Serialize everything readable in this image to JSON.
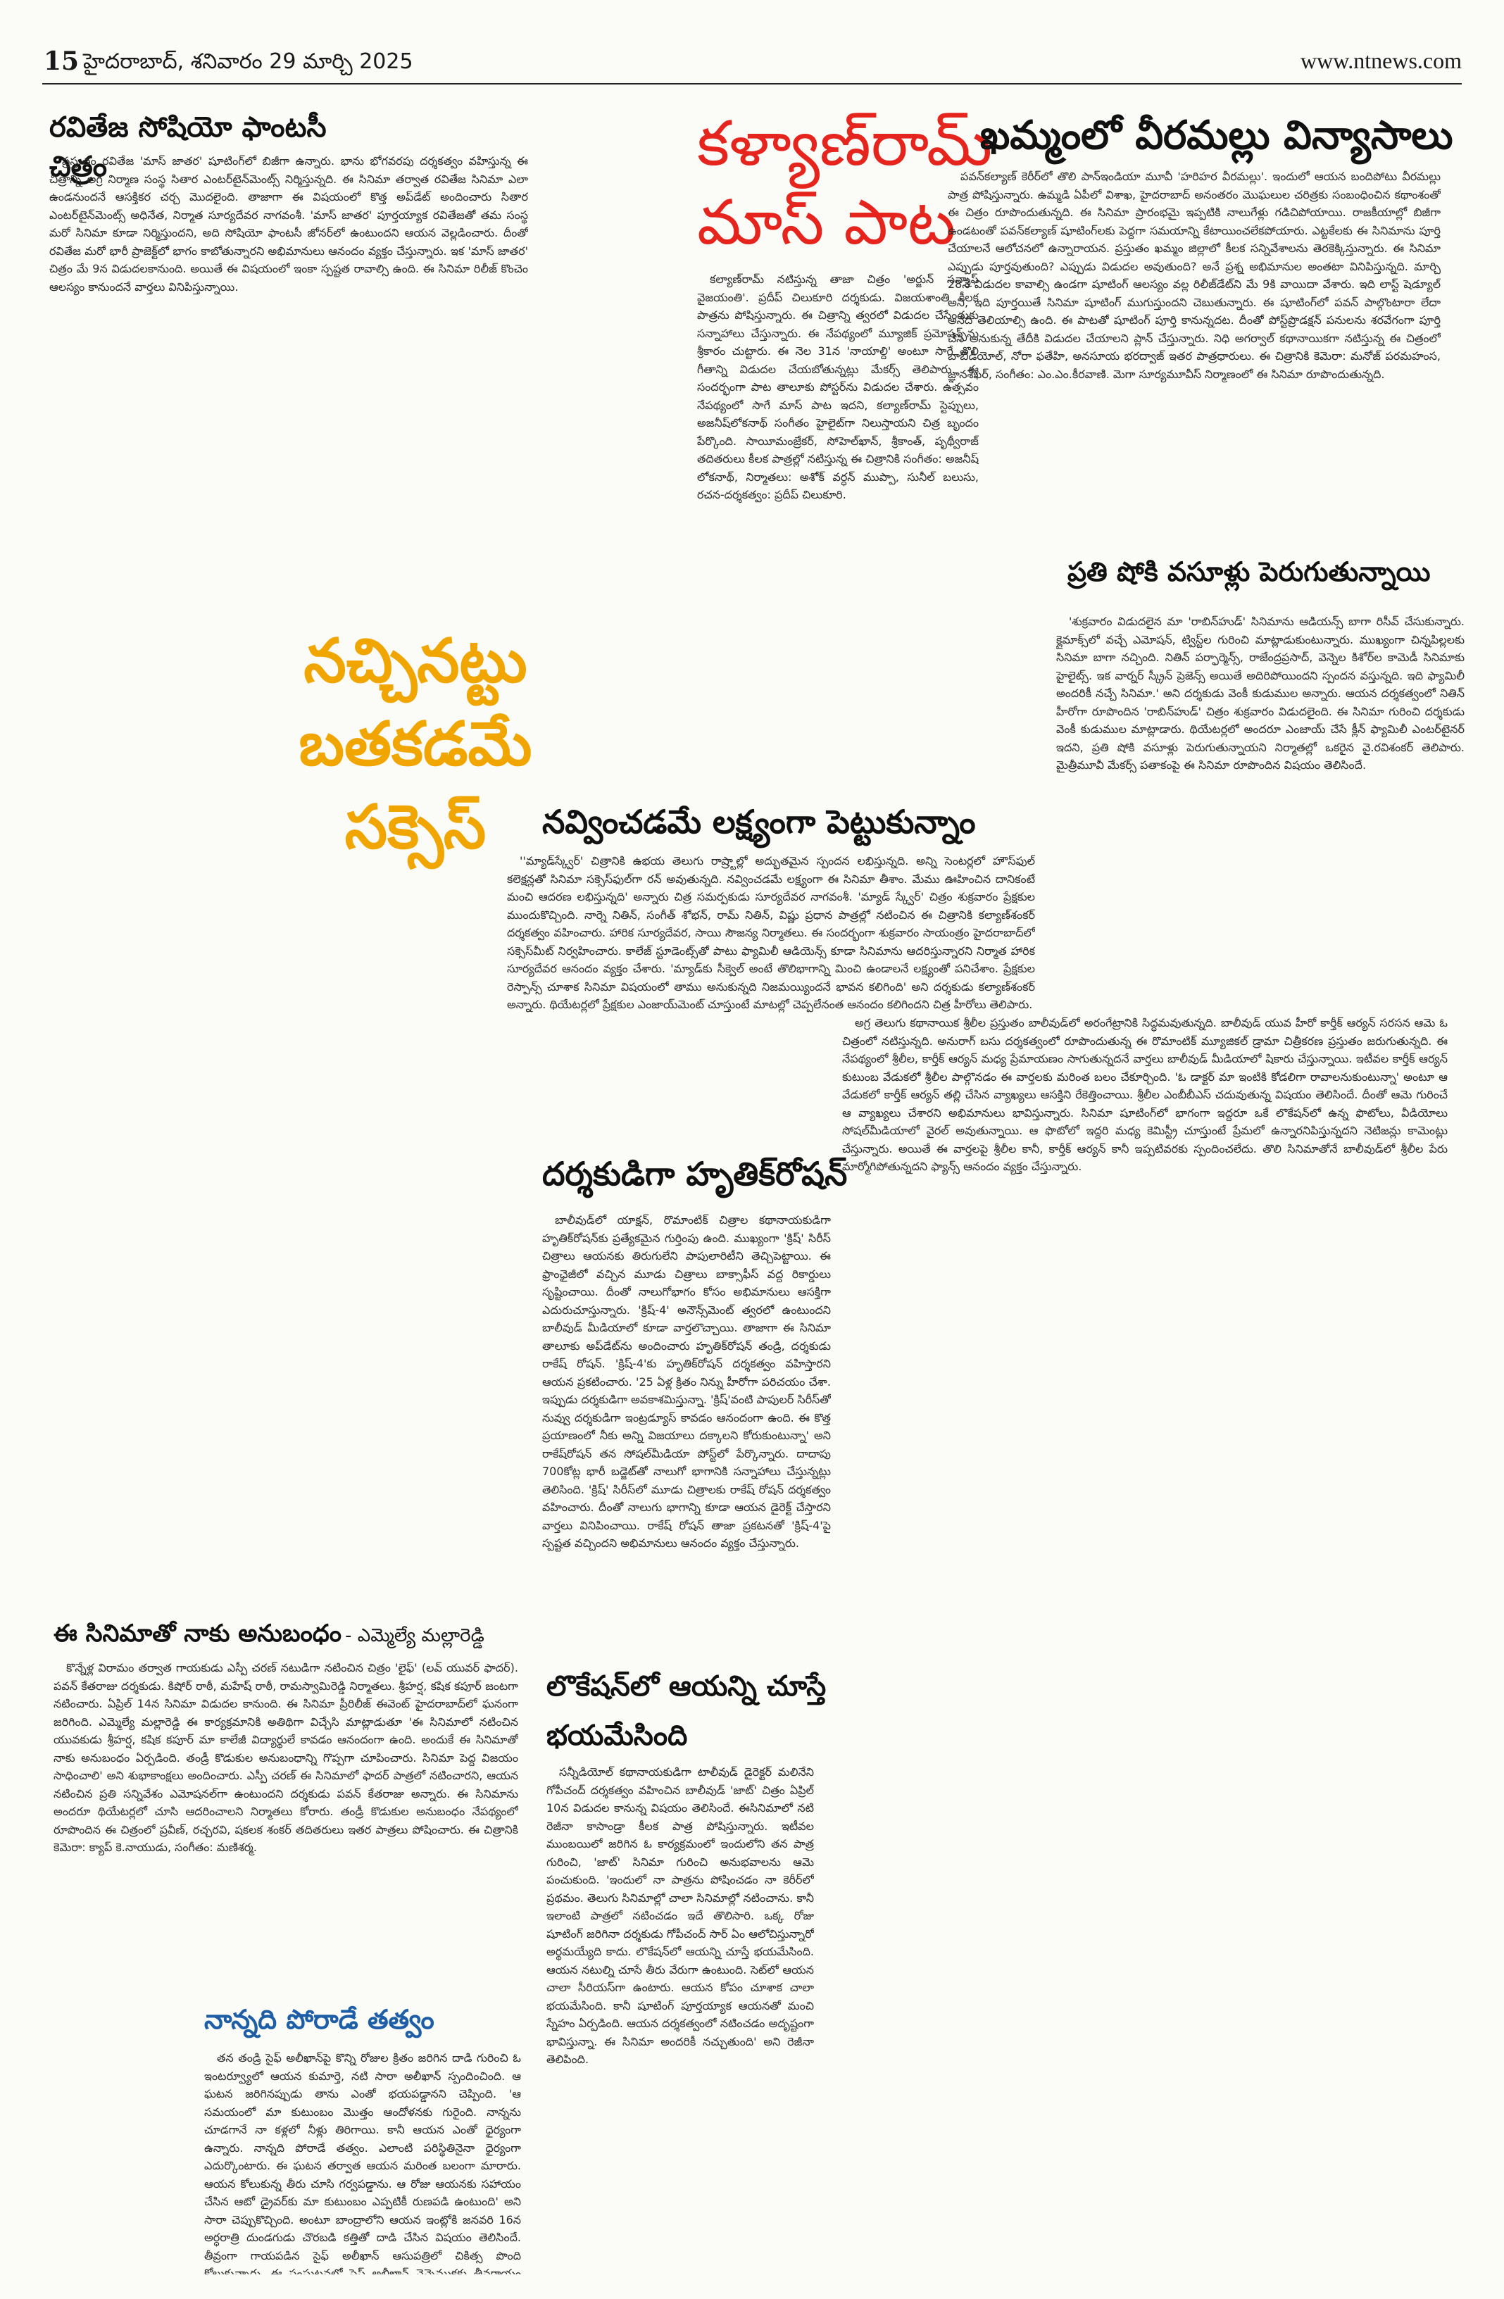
{
  "header": {
    "page_number": "15",
    "dateline": "హైదరాబాద్, శనివారం 29 మార్చి 2025",
    "website": "www.ntnews.com"
  },
  "colors": {
    "red_headline": "#e5251d",
    "orange_headline": "#f0a500",
    "blue_headline": "#1d5ea6"
  },
  "articles": {
    "raviteja": {
      "title": "రవితేజ సోషియో ఫాంటసీ చిత్రం",
      "body": "ప్రస్తుతం రవితేజ 'మాస్ జాతర' షూటింగ్‌లో బిజీగా ఉన్నారు. భాను భోగవరపు దర్శకత్వం వహిస్తున్న ఈ చిత్రాన్ని అగ్ర నిర్మాణ సంస్థ సితార ఎంటర్‌టైన్‌మెంట్స్ నిర్మిస్తున్నది. ఈ సినిమా తర్వాత రవితేజ సినిమా ఎలా ఉండనుందనే ఆసక్తికర చర్చ మొదలైంది. తాజాగా ఈ విషయంలో కొత్త అప్‌డేట్ అందించారు సితార ఎంటర్‌టైన్‌మెంట్స్ అధినేత, నిర్మాత సూర్యదేవర నాగవంశీ. 'మాస్ జాతర' పూర్తయ్యాక రవితేజతో తమ సంస్థ మరో సినిమా కూడా నిర్మిస్తుందని, అది సోషియో ఫాంటసీ జోనర్‌లో ఉంటుందని ఆయన వెల్లడించారు. దీంతో రవితేజ మరో భారీ ప్రాజెక్ట్‌లో భాగం కాబోతున్నారని అభిమానులు ఆనందం వ్యక్తం చేస్తున్నారు. ఇక 'మాస్ జాతర' చిత్రం మే 9న విడుదలకానుంది. అయితే ఈ విషయంలో ఇంకా స్పష్టత రావాల్సి ఉంది. ఈ సినిమా రిలీజ్ కొంచెం ఆలస్యం కానుందనే వార్తలు వినిపిస్తున్నాయి."
    },
    "kalyanram": {
      "title": "కళ్యాణ్‌రామ్ మాస్ పాట",
      "body": "కల్యాణ్‌రామ్ నటిస్తున్న తాజా చిత్రం 'అర్జున్ సన్నాఫ్ వైజయంతి'. ప్రదీప్ చిలుకూరి దర్శకుడు. విజయశాంతి కీలక పాత్రను పోషిస్తున్నారు. ఈ చిత్రాన్ని త్వరలో విడుదల చేసేందుకు సన్నాహాలు చేస్తున్నారు. ఈ నేపథ్యంలో మ్యూజిక్ ప్రమోషన్స్‌ను శ్రీకారం చుట్టారు. ఈ నెల 31న 'నాయాల్ది' అంటూ సాగే తొలి గీతాన్ని విడుదల చేయబోతున్నట్లు మేకర్స్ తెలిపారు. ఈ సందర్భంగా పాట తాలూకు పోస్టర్‌ను విడుదల చేశారు. ఉత్సవం నేపథ్యంలో సాగే మాస్ పాట ఇదని, కల్యాణ్‌రామ్ స్టెప్పులు, అజనీష్‌లోకనాథ్ సంగీతం హైలైట్‌గా నిలుస్తాయని చిత్ర బృందం పేర్కొంది. సాయీమంజ్రేకర్, సోహెల్‌ఖాన్, శ్రీకాంత్, పృథ్వీరాజ్ తదితరులు కీలక పాత్రల్లో నటిస్తున్న ఈ చిత్రానికి సంగీతం: అజనీష్ లోకనాథ్, నిర్మాతలు: అశోక్ వర్ధన్ ముప్పా, సునీల్ బలుసు, రచన-దర్శకత్వం: ప్రదీప్ చిలుకూరి."
    },
    "veeramallu": {
      "title": "ఖమ్మంలో వీరమల్లు విన్యాసాలు",
      "body": "పవన్‌కల్యాణ్ కెరీర్‌లో తొలి పాన్ఇండియా మూవీ 'హరిహర వీరమల్లు'. ఇందులో ఆయన బందిపోటు వీరమల్లు పాత్ర పోషిస్తున్నారు. ఉమ్మడి ఏపీలో విశాఖ, హైదరాబాద్ అనంతరం మొఘలుల చరిత్రకు సంబంధించిన కథాంశంతో ఈ చిత్రం రూపొందుతున్నది. ఈ సినిమా ప్రారంభమై ఇప్పటికి నాలుగేళ్లు గడిచిపోయాయి. రాజకీయాల్లో బిజీగా ఉండటంతో పవన్‌కల్యాణ్ షూటింగ్‌లకు పెద్దగా సమయాన్ని కేటాయించలేకపోయారు. ఎట్టకేలకు ఈ సినిమాను పూర్తి చేయాలనే ఆలోచనలో ఉన్నారాయన. ప్రస్తుతం ఖమ్మం జిల్లాలో కీలక సన్నివేశాలను తెరకెక్కిస్తున్నారు. ఈ సినిమా ఎప్పుడు పూర్తవుతుంది? ఎప్పుడు విడుదల అవుతుంది? అనే ప్రశ్న అభిమానుల అంతటా వినిపిస్తున్నది. మార్చి 28నే విడుదల కావాల్సి ఉండగా షూటింగ్ ఆలస్యం వల్ల రిలీజ్‌డేట్‌ని మే 9కి వాయిదా వేశారు. ఇది లాస్ట్ షెడ్యూల్ అని, ఇది పూర్తయితే సినిమా షూటింగ్ ముగుస్తుందని చెబుతున్నారు. ఈ షూటింగ్‌లో పవన్ పాల్గొంటారా లేదా అనేది తెలియాల్సి ఉంది. ఈ పాటతో షూటింగ్ పూర్తి కానున్నదట. దీంతో పోస్ట్‌ప్రొడక్షన్ పనులను శరవేగంగా పూర్తి చేసి అనుకున్న తేదీకి విడుదల చేయాలని ప్లాన్ చేస్తున్నారు. నిధి అగర్వాల్ కథానాయికగా నటిస్తున్న ఈ చిత్రంలో బాబీడియోల్, నోరా ఫతేహి, అనసూయ భరద్వాజ్ ఇతర పాత్రధారులు. ఈ చిత్రానికి కెమెరా: మనోజ్ పరమహంస, జ్ఞానశేఖర్, సంగీతం: ఎం.ఎం.కీరవాణి. మెగా సూర్యమూవీస్ నిర్మాణంలో ఈ సినిమా రూపొందుతున్నది."
    },
    "nachinattu": {
      "title": "నచ్చినట్టు బతకడమే సక్సెస్"
    },
    "pratishow": {
      "title": "ప్రతి షోకి వసూళ్లు పెరుగుతున్నాయి",
      "body": "'శుక్రవారం విడుదలైన మా 'రాబిన్‌హుడ్' సినిమాను ఆడియన్స్ బాగా రిసీవ్ చేసుకున్నారు. క్లైమాక్స్‌లో వచ్చే ఎమోషన్, ట్విస్ట్‌ల గురించి మాట్లాడుకుంటున్నారు. ముఖ్యంగా చిన్నపిల్లలకు సినిమా బాగా నచ్చింది. నితిన్ పర్ఫార్మెన్స్, రాజేంద్రప్రసాద్, వెన్నెల కిశోర్‌ల కామెడీ సినిమాకు హైలైట్స్. ఇక వార్నర్ స్క్రీన్ ప్రెజెన్స్ అయితే అదిరిపోయిందని స్పందన వస్తున్నది. ఇది ఫ్యామిలీ అందరికీ నచ్చే సినిమా.' అని దర్శకుడు వెంకీ కుడుముల అన్నారు. ఆయన దర్శకత్వంలో నితిన్ హీరోగా రూపొందిన 'రాబిన్‌హుడ్' చిత్రం శుక్రవారం విడుదలైంది. ఈ సినిమా గురించి దర్శకుడు వెంకీ కుడుముల మాట్లాడారు. థియేటర్లలో అందరూ ఎంజాయ్ చేసే క్లీన్ ఫ్యామిలీ ఎంటర్‌టైనర్ ఇదని, ప్రతి షోకి వసూళ్లు పెరుగుతున్నాయని నిర్మాతల్లో ఒకరైన వై.రవిశంకర్ తెలిపారు. మైత్రీమూవీ మేకర్స్ పతాకంపై ఈ సినిమా రూపొందిన విషయం తెలిసిందే."
    },
    "navvinchadame": {
      "title": "నవ్వించడమే లక్ష్యంగా పెట్టుకున్నాం",
      "body": "''మ్యాడ్‌స్క్వేర్' చిత్రానికి ఉభయ తెలుగు రాష్ర్టాల్లో అద్భుతమైన స్పందన లభిస్తున్నది. అన్ని సెంటర్లలో హౌస్‌ఫుల్ కలెక్షన్లతో సినిమా సక్సెస్‌ఫుల్‌గా రన్ అవుతున్నది. నవ్వించడమే లక్ష్యంగా ఈ సినిమా తీశాం. మేము ఊహించిన దానికంటే మంచి ఆదరణ లభిస్తున్నది' అన్నారు చిత్ర సమర్పకుడు సూర్యదేవర నాగవంశీ. 'మ్యాడ్ స్క్వేర్' చిత్రం శుక్రవారం ప్రేక్షకుల ముందుకొచ్చింది. నార్నె నితిన్, సంగీత్ శోభన్, రామ్ నితిన్, విష్ణు ప్రధాన పాత్రల్లో నటించిన ఈ చిత్రానికి కల్యాణ్‌శంకర్ దర్శకత్వం వహించారు. హారిక సూర్యదేవర, సాయి సౌజన్య నిర్మాతలు. ఈ సందర్భంగా శుక్రవారం సాయంత్రం హైదరాబాద్‌లో సక్సెస్‌మీట్ నిర్వహించారు. కాలేజ్ స్టూడెంట్స్‌తో పాటు ఫ్యామిలీ ఆడియెన్స్ కూడా సినిమాను ఆదరిస్తున్నారని నిర్మాత హారిక సూర్యదేవర ఆనందం వ్యక్తం చేశారు. 'మ్యాడ్‌కు సీక్వెల్ అంటే తొలిభాగాన్ని మించి ఉండాలనే లక్ష్యంతో పనిచేశాం. ప్రేక్షకుల రెస్పాన్స్ చూశాక సినిమా విషయంలో తాము అనుకున్నది నిజమయ్యిందనే భావన కలిగింది' అని దర్శకుడు కల్యాణ్‌శంకర్ అన్నారు. థియేటర్లలో ప్రేక్షకుల ఎంజాయ్‌మెంట్ చూస్తుంటే మాటల్లో చెప్పలేనంత ఆనందం కలిగిందని చిత్ర హీరోలు తెలిపారు."
    },
    "hrithik": {
      "title": "దర్శకుడిగా హృతిక్‌రోషన్",
      "body": "బాలీవుడ్‌లో యాక్షన్, రొమాంటిక్ చిత్రాల కథానాయకుడిగా హృతిక్‌రోషన్‌కు ప్రత్యేకమైన గుర్తింపు ఉంది. ముఖ్యంగా 'క్రిష్' సిరీస్ చిత్రాలు ఆయనకు తిరుగులేని పాపులారిటీని తెచ్చిపెట్టాయి. ఈ ఫ్రాంఛైజీలో వచ్చిన మూడు చిత్రాలు బాక్సాఫీస్ వద్ద రికార్డులు సృష్టించాయి. దీంతో నాలుగోభాగం కోసం అభిమానులు ఆసక్తిగా ఎదురుచూస్తున్నారు. 'క్రిష్-4' అనౌన్స్‌మెంట్ త్వరలో ఉంటుందని బాలీవుడ్ మీడియాలో కూడా వార్తలొచ్చాయి. తాజాగా ఈ సినిమా తాలూకు అప్‌డేట్‌ను అందించారు హృతిక్‌రోషన్ తండ్రి, దర్శకుడు రాకేష్ రోషన్. 'క్రిష్-4'కు హృతిక్‌రోషన్ దర్శకత్వం వహిస్తారని ఆయన ప్రకటించారు. '25 ఏళ్ల క్రితం నిన్ను హీరోగా పరిచయం చేశా. ఇప్పుడు దర్శకుడిగా అవకాశమిస్తున్నా. 'క్రిష్'వంటి పాపులర్ సిరీస్‌తో నువ్వు దర్శకుడిగా ఇంట్రడ్యూస్ కావడం ఆనందంగా ఉంది. ఈ కొత్త ప్రయాణంలో నీకు అన్ని విజయాలు దక్కాలని కోరుకుంటున్నా' అని రాకేష్‌రోషన్ తన సోషల్‌మీడియా పోస్ట్‌లో పేర్కొన్నారు. దాదాపు 700కోట్ల భారీ బడ్జెట్‌తో నాలుగో భాగానికి సన్నాహాలు చేస్తున్నట్లు తెలిసింది. 'క్రిష్' సిరీస్‌లో మూడు చిత్రాలకు రాకేష్ రోషన్ దర్శకత్వం వహించారు. దీంతో నాలుగు భాగాన్ని కూడా ఆయన డైరెక్ట్ చేస్తారని వార్తలు వినిపించాయి. రాకేష్ రోషన్ తాజా ప్రకటనతో 'క్రిష్-4'పై స్పష్టత వచ్చిందని అభిమానులు ఆనందం వ్యక్తం చేస్తున్నారు."
    },
    "sreeleela": {
      "body": "అగ్ర తెలుగు కథానాయిక శ్రీలీల ప్రస్తుతం బాలీవుడ్‌లో అరంగేట్రానికి సిద్ధమవుతున్నది. బాలీవుడ్ యువ హీరో కార్తీక్ ఆర్యన్ సరసన ఆమె ఓ చిత్రంలో నటిస్తున్నది. అనురాగ్ బసు దర్శకత్వంలో రూపొందుతున్న ఈ రొమాంటిక్ మ్యూజికల్ డ్రామా చిత్రీకరణ ప్రస్తుతం జరుగుతున్నది. ఈ నేపథ్యంలో శ్రీలీల, కార్తీక్ ఆర్యన్ మధ్య ప్రేమాయణం సాగుతున్నదనే వార్తలు బాలీవుడ్ మీడియాలో షికారు చేస్తున్నాయి. ఇటీవల కార్తీక్ ఆర్యన్ కుటుంబ వేడుకలో శ్రీలీల పాల్గొనడం ఈ వార్తలకు మరింత బలం చేకూర్చింది. 'ఓ డాక్టర్ మా ఇంటికి కోడలిగా రావాలనుకుంటున్నా' అంటూ ఆ వేడుకలో కార్తీక్ ఆర్యన్ తల్లి చేసిన వ్యాఖ్యలు ఆసక్తిని రేకెత్తించాయి. శ్రీలీల ఎంబీబీఎస్ చదువుతున్న విషయం తెలిసిందే. దీంతో ఆమె గురించే ఆ వ్యాఖ్యలు చేశారని అభిమానులు భావిస్తున్నారు. సినిమా షూటింగ్‌లో భాగంగా ఇద్దరూ ఒకే లొకేషన్‌లో ఉన్న ఫొటోలు, వీడియోలు సోషల్‌మీడియాలో వైరల్ అవుతున్నాయి. ఆ ఫొటోలో ఇద్దరి మధ్య కెమిస్ట్రీ చూస్తుంటే ప్రేమలో ఉన్నారనిపిస్తున్నదని నెటిజన్లు కామెంట్లు చేస్తున్నారు. అయితే ఈ వార్తలపై శ్రీలీల కానీ, కార్తీక్ ఆర్యన్ కానీ ఇప్పటివరకు స్పందించలేదు. తొలి సినిమాతోనే బాలీవుడ్‌లో శ్రీలీల పేరు మార్మోగిపోతున్నదని ఫ్యాన్స్ ఆనందం వ్యక్తం చేస్తున్నారు."
    },
    "anubandham": {
      "title": "ఈ సినిమాతో నాకు అనుబంధం",
      "byline": "- ఎమ్మెల్యే మల్లారెడ్డి",
      "body": "కొన్నేళ్ల విరామం తర్వాత గాయకుడు ఎస్పీ చరణ్ నటుడిగా నటించిన చిత్రం 'లైఫ్' (లవ్ యువర్ ఫాదర్). పవన్ కేతరాజు దర్శకుడు. కిషోర్ రాఠీ, మహేష్ రాఠీ, రామస్వామిరెడ్డి నిర్మాతలు. శ్రీహర్ష, కషిక కపూర్ జంటగా నటించారు. ఏప్రిల్ 14న సినిమా విడుదల కానుంది. ఈ సినిమా ప్రీరిలీజ్ ఈవెంట్ హైదరాబాద్‌లో ఘనంగా జరిగింది. ఎమ్మెల్యే మల్లారెడ్డి ఈ కార్యక్రమానికి అతిథిగా విచ్చేసి మాట్లాడుతూ 'ఈ సినిమాలో నటించిన యువకుడు శ్రీహర్ష, కషిక కపూర్ మా కాలేజీ విద్యార్థులే కావడం ఆనందంగా ఉంది. అందుకే ఈ సినిమాతో నాకు అనుబంధం ఏర్పడింది. తండ్రీ కొడుకుల అనుబంధాన్ని గొప్పగా చూపించారు. సినిమా పెద్ద విజయం సాధించాలి' అని శుభాకాంక్షలు అందించారు. ఎస్పీ చరణ్ ఈ సినిమాలో ఫాదర్ పాత్రలో నటించారని, ఆయన నటించిన ప్రతి సన్నివేశం ఎమోషనల్‌గా ఉంటుందని దర్శకుడు పవన్ కేతరాజు అన్నారు. ఈ సినిమాను అందరూ థియేటర్లలో చూసి ఆదరించాలని నిర్మాతలు కోరారు. తండ్రీ కొడుకుల అనుబంధం నేపథ్యంలో రూపొందిన ఈ చిత్రంలో ప్రవీణ్, రచ్చరవి, షకలక శంకర్ తదితరులు ఇతర పాత్రలు పోషించారు. ఈ చిత్రానికి కెమెరా: క్యాప్ కె.నాయుడు, సంగీతం: మణిశర్మ."
    },
    "nannandi": {
      "title": "నాన్నది పోరాడే తత్వం",
      "body": "తన తండ్రి సైఫ్ అలీఖాన్‌పై కొన్ని రోజుల క్రితం జరిగిన దాడి గురించి ఓ ఇంటర్వ్యూలో ఆయన కుమార్తె, నటి సారా అలీఖాన్ స్పందించింది. ఆ ఘటన జరిగినప్పుడు తాను ఎంతో భయపడ్డానని చెప్పింది. 'ఆ సమయంలో మా కుటుంబం మొత్తం ఆందోళనకు గురైంది. నాన్నను చూడగానే నా కళ్లలో నీళ్లు తిరిగాయి. కానీ ఆయన ఎంతో ధైర్యంగా ఉన్నారు. నాన్నది పోరాడే తత్వం. ఎలాంటి పరిస్థితినైనా ధైర్యంగా ఎదుర్కొంటారు. ఈ ఘటన తర్వాత ఆయన మరింత బలంగా మారారు. ఆయన కోలుకున్న తీరు చూసి గర్వపడ్డాను. ఆ రోజు ఆయనకు సహాయం చేసిన ఆటో డ్రైవర్‌కు మా కుటుంబం ఎప్పటికీ రుణపడి ఉంటుంది' అని సారా చెప్పుకొచ్చింది. అంటూ బాంద్రాలోని ఆయన ఇంట్లోకి జనవరి 16న అర్ధరాత్రి దుండగుడు చొరబడి కత్తితో దాడి చేసిన విషయం తెలిసిందే. తీవ్రంగా గాయపడిన సైఫ్ అలీఖాన్ ఆసుపత్రిలో చికిత్స పొంది కోలుకున్నారు. ఈ సంఘటనలో సైఫ్ అలీఖాన్ వెన్నెముకకు తీవ్రగాయం కావడంతో సర్జరీ చేశారు."
    },
    "location": {
      "title": "లొకేషన్‌లో ఆయన్ని చూస్తే భయమేసింది",
      "body": "సన్నీడియోల్ కథానాయకుడిగా టాలీవుడ్ డైరెక్టర్ మలినేని గోపీచంద్ దర్శకత్వం వహించిన బాలీవుడ్ 'జాట్' చిత్రం ఏప్రిల్ 10న విడుదల కానున్న విషయం తెలిసిందే. ఈసినిమాలో నటి రెజీనా కాసాండ్రా కీలక పాత్ర పోషిస్తున్నారు. ఇటీవల ముంబయిలో జరిగిన ఓ కార్యక్రమంలో ఇందులోని తన పాత్ర గురించి, 'జాట్' సినిమా గురించి అనుభవాలను ఆమె పంచుకుంది. 'ఇందులో నా పాత్రను పోషించడం నా కెరీర్‌లో ప్రథమం. తెలుగు సినిమాల్లో చాలా సినిమాల్లో నటించాను. కానీ ఇలాంటి పాత్రలో నటించడం ఇదే తొలిసారి. ఒక్క రోజు షూటింగ్ జరిగినా దర్శకుడు గోపీచంద్ సార్ ఏం ఆలోచిస్తున్నారో అర్థమయ్యేది కాదు. లొకేషన్‌లో ఆయన్ని చూస్తే భయమేసింది. ఆయన నటుల్ని చూసే తీరు వేరుగా ఉంటుంది. సెట్‌లో ఆయన చాలా సీరియస్‌గా ఉంటారు. ఆయన కోపం చూశాక చాలా భయమేసింది. కానీ షూటింగ్ పూర్తయ్యాక ఆయనతో మంచి స్నేహం ఏర్పడింది. ఆయన దర్శకత్వంలో నటించడం అదృష్టంగా భావిస్తున్నా. ఈ సినిమా అందరికీ నచ్చుతుంది' అని రెజీనా తెలిపింది."
    }
  }
}
